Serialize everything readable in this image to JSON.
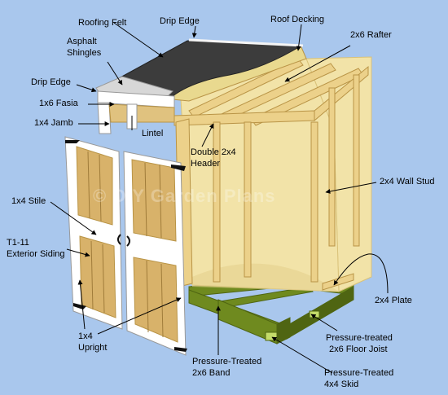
{
  "colors": {
    "background": "#a9c7ed",
    "plywood": "#f2e3a8",
    "plywood_dark": "#d9c27a",
    "lumber": "#ecd18a",
    "lumber_edge": "#b99446",
    "siding_board": "#d8b26a",
    "trim": "#ffffff",
    "felt": "#3c3c3c",
    "shingle": "#d7d7d7",
    "treated": "#6f8a1f",
    "treated_dark": "#4f6512",
    "leader": "#000000"
  },
  "labels": {
    "roofing_felt": "Roofing Felt",
    "drip_edge_top": "Drip Edge",
    "roof_decking": "Roof Decking",
    "asphalt_shingles_1": "Asphalt",
    "asphalt_shingles_2": "Shingles",
    "rafter": "2x6 Rafter",
    "drip_edge_left": "Drip Edge",
    "fasia": "1x6 Fasia",
    "jamb": "1x4 Jamb",
    "lintel": "Lintel",
    "header_1": "Double 2x4",
    "header_2": "Header",
    "wall_stud": "2x4 Wall Stud",
    "stile": "1x4 Stile",
    "siding_1": "T1-11",
    "siding_2": "Exterior Siding",
    "plate": "2x4 Plate",
    "upright_1": "1x4",
    "upright_2": "Upright",
    "floor_joist_1": "Pressure-treated",
    "floor_joist_2": "2x6 Floor Joist",
    "band_1": "Pressure-Treated",
    "band_2": "2x6 Band",
    "skid_1": "Pressure-Treated",
    "skid_2": "4x4 Skid"
  },
  "watermark": "© DIY Garden Plans"
}
